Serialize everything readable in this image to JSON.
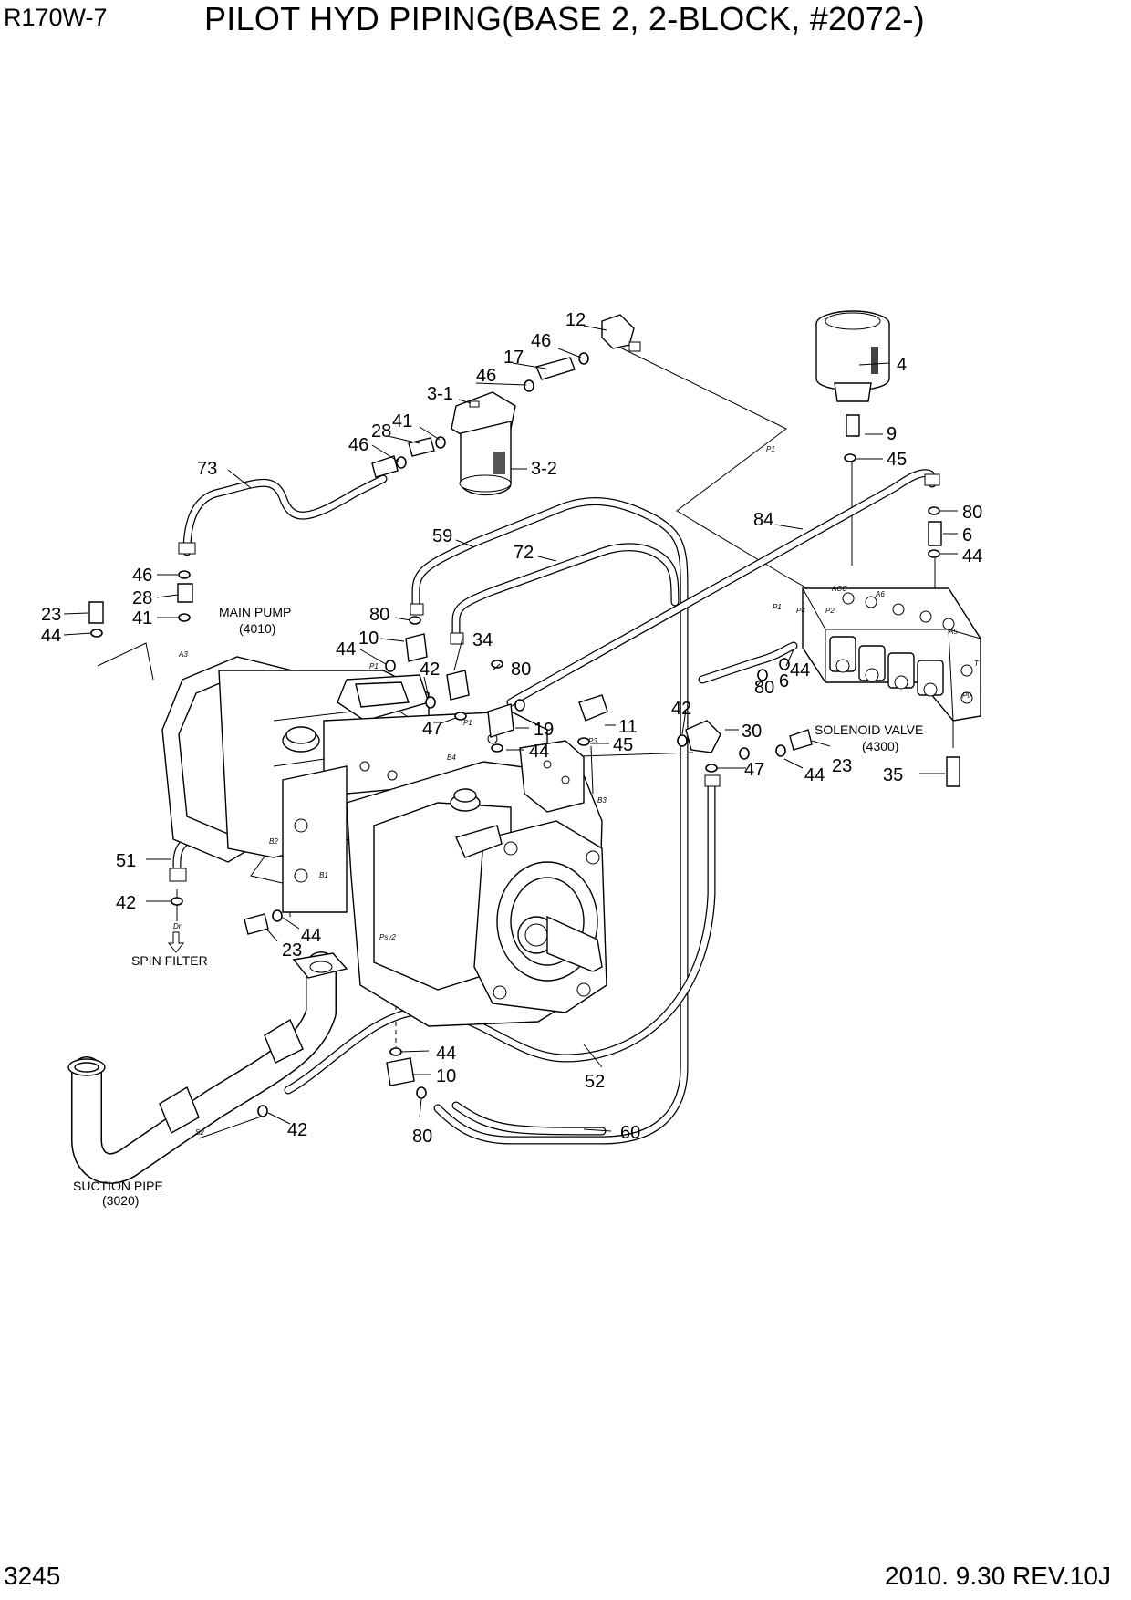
{
  "header": {
    "model": "R170W-7",
    "title": "PILOT HYD PIPING(BASE 2, 2-BLOCK, #2072-)"
  },
  "footer": {
    "page_number": "3245",
    "revision": "2010.  9.30 REV.10J"
  },
  "captions": {
    "main_pump": "MAIN PUMP",
    "main_pump_ref": "(4010)",
    "solenoid_valve": "SOLENOID VALVE",
    "solenoid_valve_ref": "(4300)",
    "suction_pipe": "SUCTION PIPE",
    "suction_pipe_ref": "(3020)",
    "spin_filter": "SPIN FILTER"
  },
  "callouts": {
    "c12": "12",
    "c46a": "46",
    "c17": "17",
    "c46b": "46",
    "c4": "4",
    "c3_1": "3-1",
    "c41a": "41",
    "c28a": "28",
    "c46c": "46",
    "c9": "9",
    "c3_2": "3-2",
    "c45a": "45",
    "c73": "73",
    "c80a": "80",
    "c84": "84",
    "c6a": "6",
    "c59": "59",
    "c44a": "44",
    "c72": "72",
    "c46d": "46",
    "c23a": "23",
    "c28b": "28",
    "c41b": "41",
    "c44b": "44",
    "c80b": "80",
    "c10a": "10",
    "c34": "34",
    "c44c": "44",
    "c80c": "80",
    "c42a": "42",
    "c80d": "80",
    "c6b": "6",
    "c44d": "44",
    "c47a": "47",
    "c19": "19",
    "c11": "11",
    "c42b": "42",
    "c30": "30",
    "c44e": "44",
    "c45b": "45",
    "c47b": "47",
    "c44f": "44",
    "c23b": "23",
    "c35": "35",
    "c51": "51",
    "c42c": "42",
    "c44g": "44",
    "c23c": "23",
    "c44h": "44",
    "c10b": "10",
    "c52": "52",
    "c42d": "42",
    "c80e": "80",
    "c60": "60"
  },
  "port_labels": {
    "p_p1a": "P1",
    "p_p1b": "P1",
    "p_p1c": "P1",
    "p_b4": "B4",
    "p_p1d": "P1",
    "p_p3": "P3",
    "p_b3": "B3",
    "p_b2": "B2",
    "p_b1": "B1",
    "p_psv2": "Psv2",
    "p_dr": "Dr",
    "p_a3": "A3",
    "p_s2": "S2",
    "p_acc": "ACC",
    "p_a6": "A6",
    "p_a5": "A5",
    "p_p4": "P4",
    "p_p2": "P2",
    "p_t": "T",
    "p_p0": "P0"
  }
}
